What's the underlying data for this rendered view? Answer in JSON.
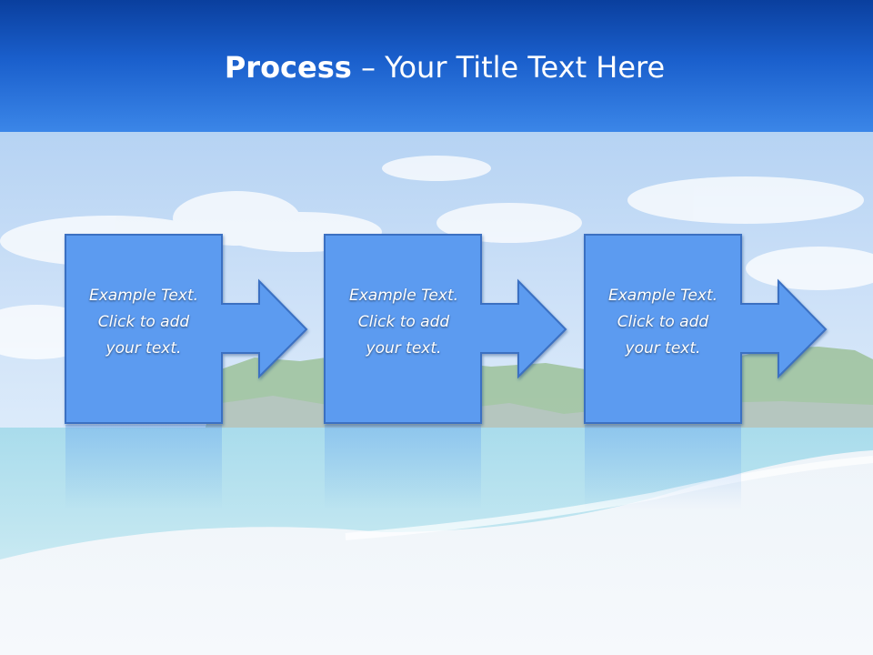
{
  "slide": {
    "title_bold": "Process",
    "title_rest": " – Your Title Text Here"
  },
  "steps": [
    {
      "line1": "Example Text.",
      "line2": "Click  to add",
      "line3": "your text."
    },
    {
      "line1": "Example Text.",
      "line2": "Click  to add",
      "line3": "your text."
    },
    {
      "line1": "Example Text.",
      "line2": "Click  to add",
      "line3": "your text."
    }
  ],
  "colors": {
    "header_top": "#0a3f9e",
    "header_bottom": "#3b86e8",
    "shape_fill": "#5b9bf0",
    "shape_stroke": "#3a6fc2",
    "text": "#ffffff"
  }
}
